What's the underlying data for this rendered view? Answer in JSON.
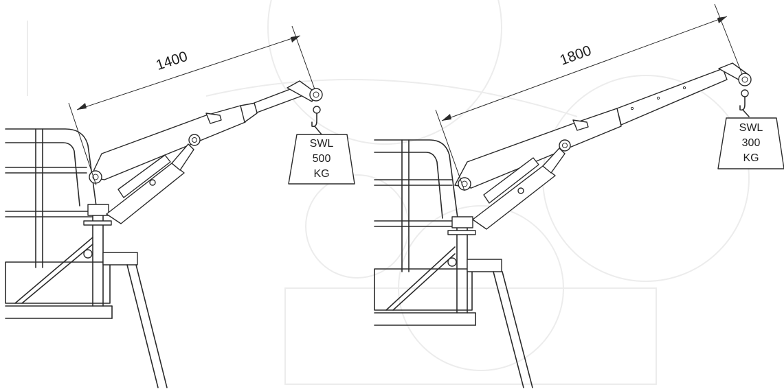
{
  "figure": {
    "background_color": "#ffffff",
    "line_color": "#2a2a2a",
    "watermark_color": "#ececec"
  },
  "cranes": [
    {
      "reach_dimension": "1400",
      "load_lines": [
        "SWL",
        "500",
        "KG"
      ]
    },
    {
      "reach_dimension": "1800",
      "load_lines": [
        "SWL",
        "300",
        "KG"
      ]
    }
  ]
}
